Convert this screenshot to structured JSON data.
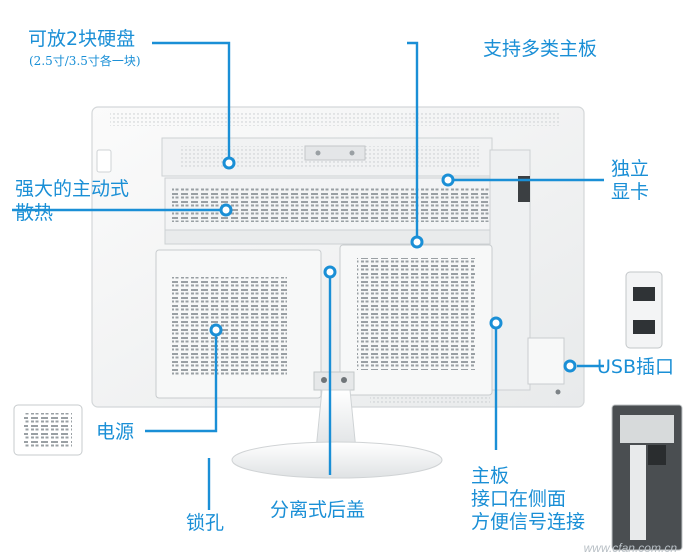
{
  "labels": {
    "hdd": "可放2块硬盘",
    "hdd_sub": "(2.5寸/3.5寸各一块)",
    "motherboard": "支持多类主板",
    "cooling_1": "强大的主动式",
    "cooling_2": "散热",
    "gpu_1": "独立",
    "gpu_2": "显卡",
    "usb": "USB插口",
    "power": "电源",
    "lock": "锁孔",
    "cover": "分离式后盖",
    "side_1": "主板",
    "side_2": "接口在侧面",
    "side_3": "方便信号连接"
  },
  "watermark": "www.cfan.com.cn",
  "colors": {
    "accent": "#1a8fd6",
    "body": "#f4f5f5",
    "vent": "#9aa0a4"
  }
}
